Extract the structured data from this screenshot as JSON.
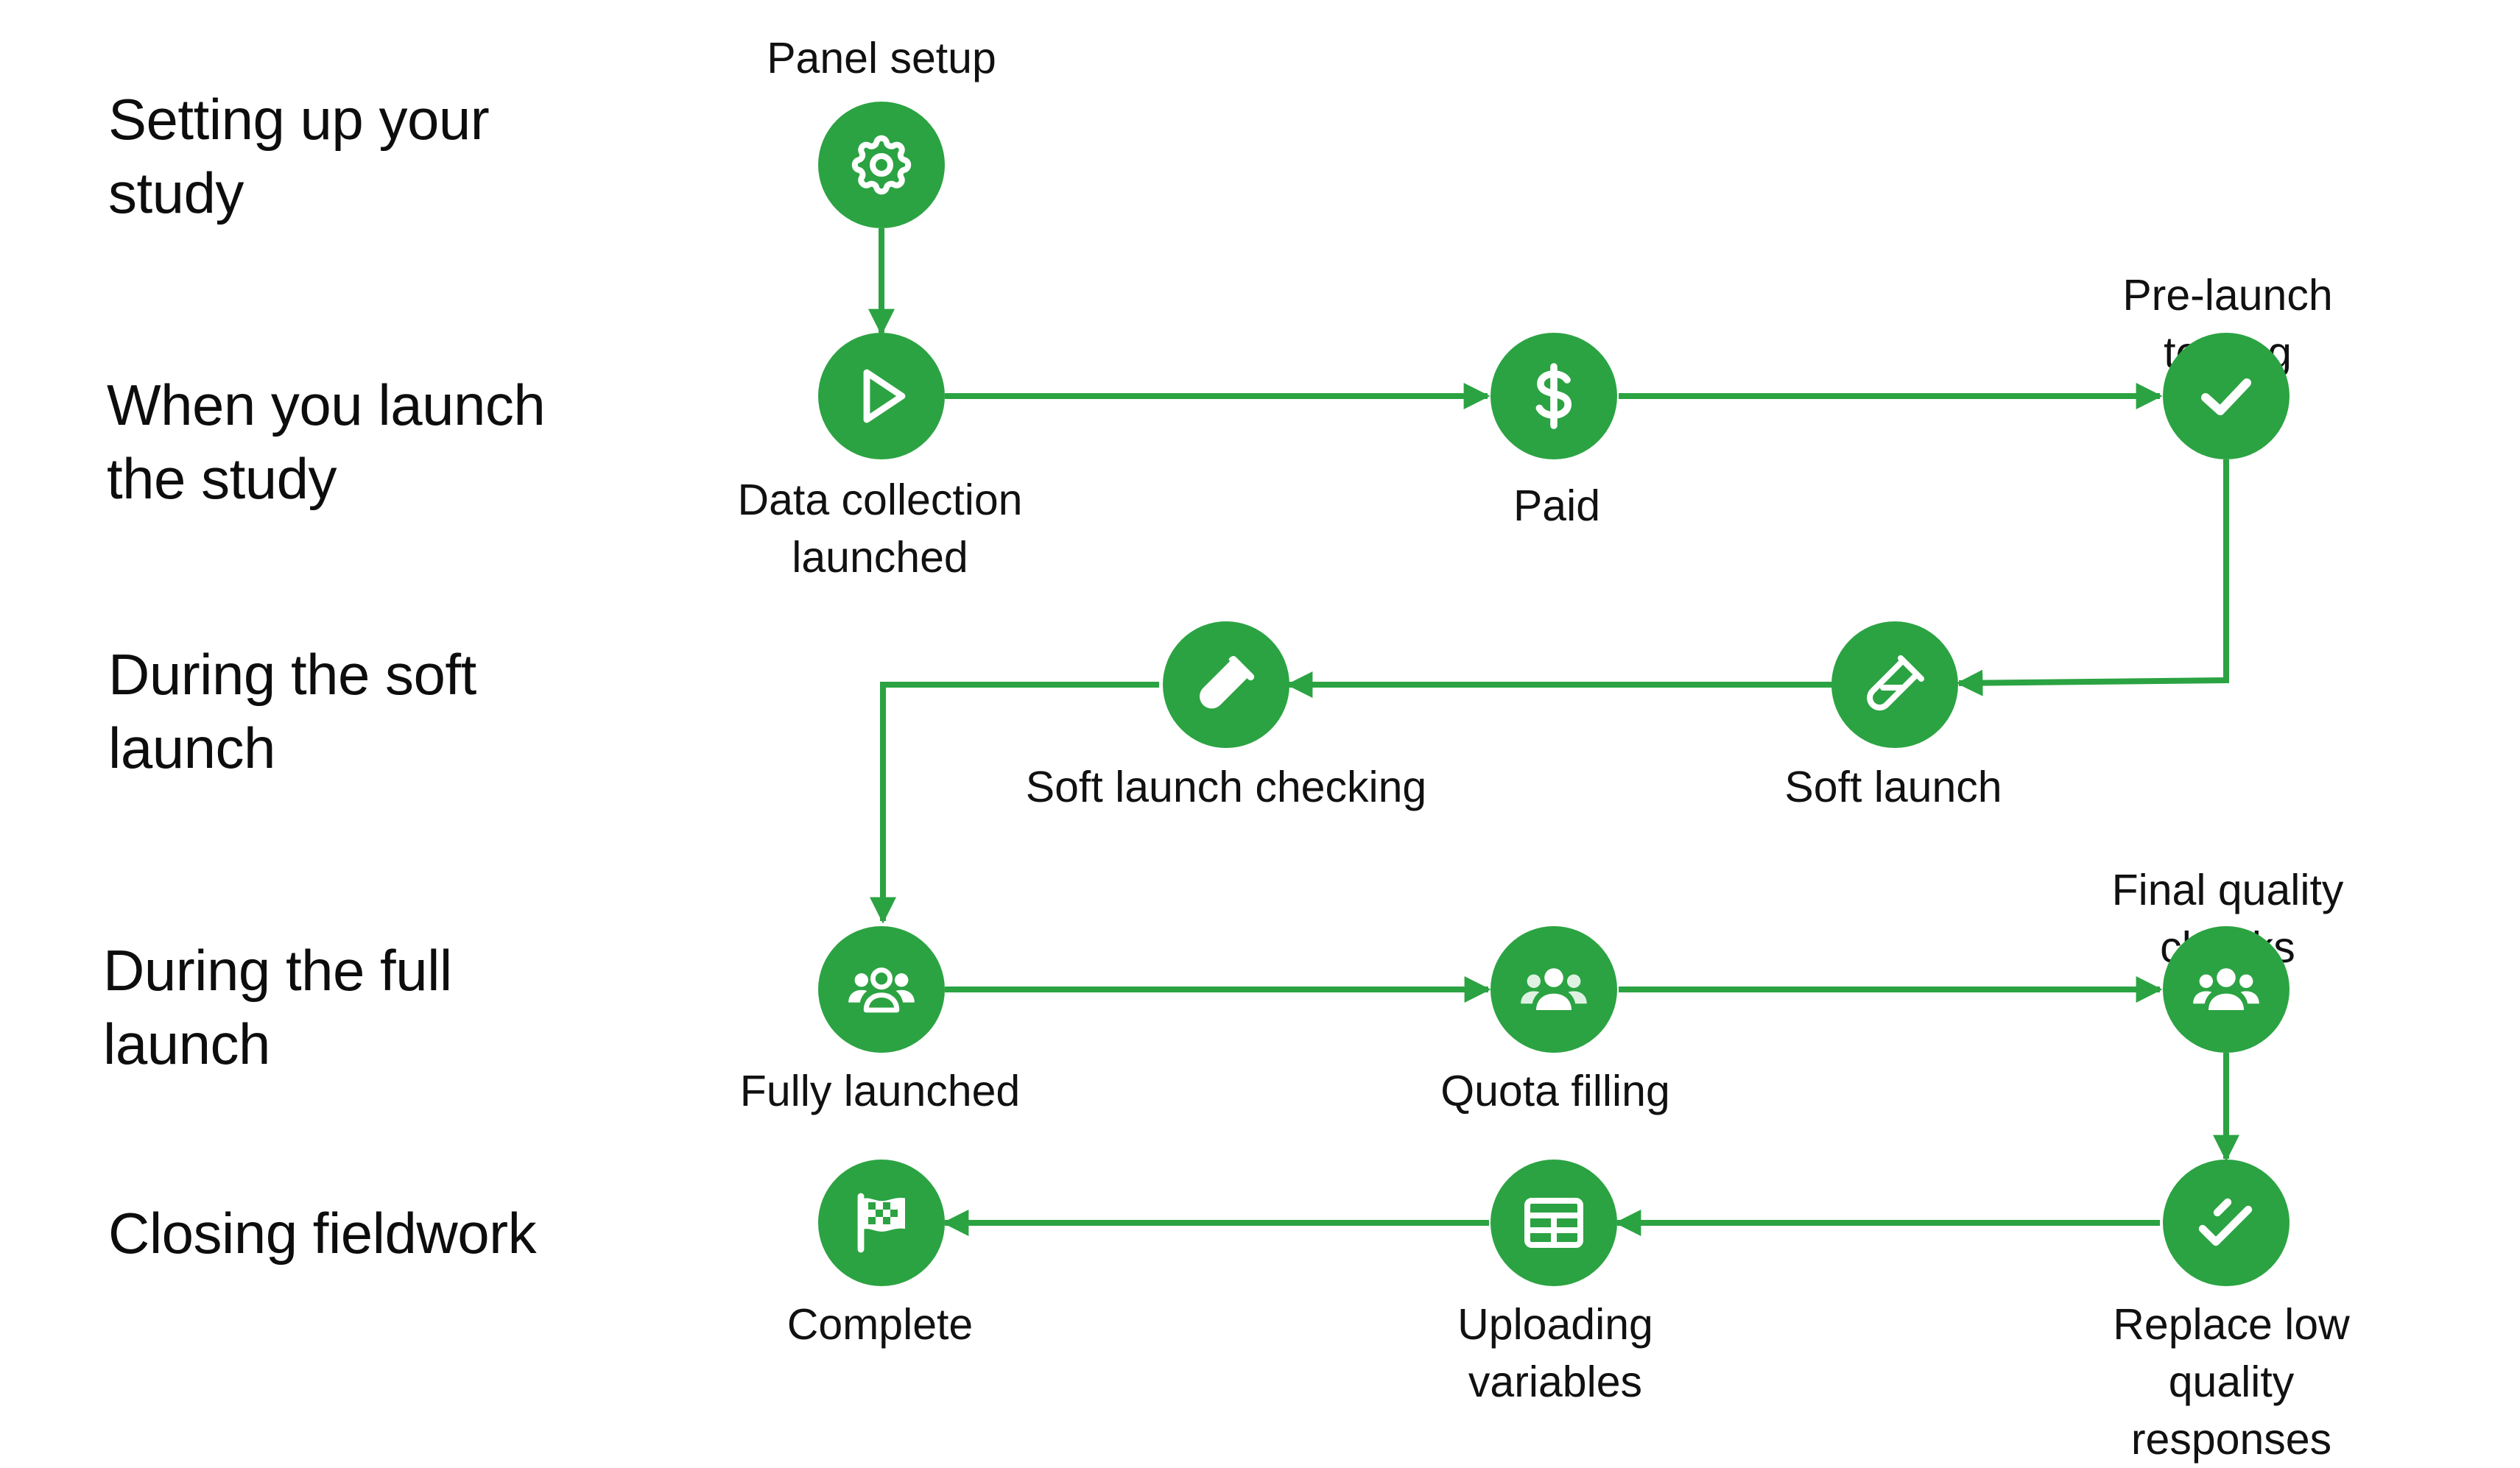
{
  "colors": {
    "accent": "#2ba342",
    "icon": "#ffffff",
    "text": "#111111"
  },
  "phases": [
    {
      "id": "setup",
      "label": "Setting up your\nstudy"
    },
    {
      "id": "launch",
      "label": "When you launch\nthe study"
    },
    {
      "id": "soft",
      "label": "During the soft\nlaunch"
    },
    {
      "id": "full",
      "label": "During the full\nlaunch"
    },
    {
      "id": "closing",
      "label": "Closing fieldwork"
    }
  ],
  "steps": {
    "panel_setup": {
      "label": "Panel setup",
      "icon": "gear-icon"
    },
    "data_collection": {
      "label": "Data collection\nlaunched",
      "icon": "play-icon"
    },
    "paid": {
      "label": "Paid",
      "icon": "dollar-icon"
    },
    "pre_launch": {
      "label": "Pre-launch testing",
      "icon": "checkmark-icon"
    },
    "soft_launch": {
      "label": "Soft launch",
      "icon": "test-tube-icon"
    },
    "soft_launch_checking": {
      "label": "Soft launch checking",
      "icon": "test-tube-filled-icon"
    },
    "fully_launched": {
      "label": "Fully launched",
      "icon": "people-group-outline-icon"
    },
    "quota_filling": {
      "label": "Quota filling",
      "icon": "people-group-icon"
    },
    "final_quality": {
      "label": "Final quality checks",
      "icon": "people-group-icon"
    },
    "replace_low": {
      "label": "Replace low quality\nresponses",
      "icon": "double-check-icon"
    },
    "uploading": {
      "label": "Uploading\nvariables",
      "icon": "table-icon"
    },
    "complete": {
      "label": "Complete",
      "icon": "checkered-flag-icon"
    }
  }
}
